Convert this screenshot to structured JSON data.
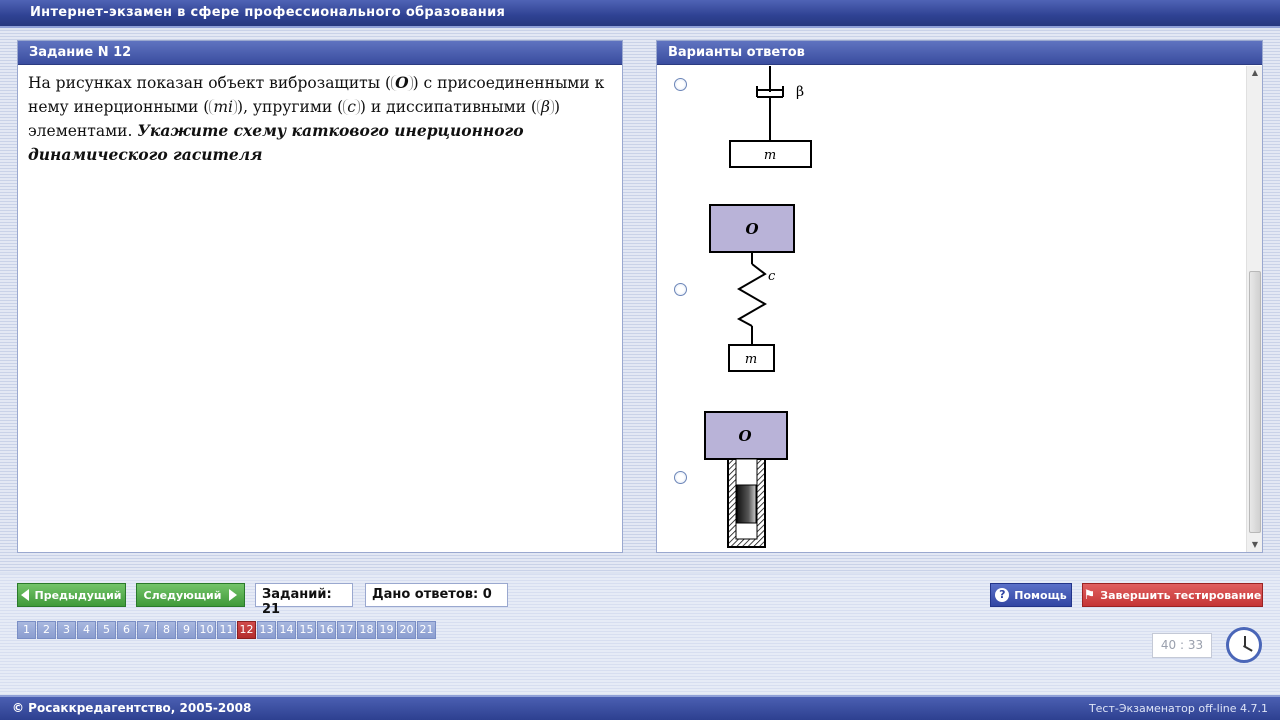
{
  "window": {
    "title": "Интернет-экзамен в сфере профессионального образования"
  },
  "question": {
    "header": "Задание N 12",
    "text_1": "На рисунках показан объект виброзащиты (",
    "sym_o": "O",
    "text_2": ") с присоединенными к нему инерционными (",
    "sym_m": "mi",
    "text_3": "), упругими (",
    "sym_c": "c",
    "text_4": ") и диссипативными (",
    "sym_beta": "β",
    "text_5": ") элементами.",
    "instruction": "Укажите схему каткового инерционного динамического гасителя"
  },
  "answers": {
    "header": "Варианты ответов",
    "option1": {
      "beta_label": "β",
      "mass_label": "m"
    },
    "option2": {
      "object_label": "O",
      "spring_label": "c",
      "mass_label": "m"
    },
    "option3": {
      "object_label": "O"
    }
  },
  "nav": {
    "prev_label": "Предыдущий",
    "next_label": "Следующий",
    "tasks_count": "Заданий: 21",
    "answered_count": "Дано ответов: 0",
    "help_label": "Помощь",
    "finish_label": "Завершить тестирование",
    "current_page": "12",
    "pages": [
      "1",
      "2",
      "3",
      "4",
      "5",
      "6",
      "7",
      "8",
      "9",
      "10",
      "11",
      "12",
      "13",
      "14",
      "15",
      "16",
      "17",
      "18",
      "19",
      "20",
      "21"
    ]
  },
  "timer": {
    "value": "40 : 33"
  },
  "footer": {
    "copyright": "© Росаккредагентство, 2005-2008",
    "version": "Тест-Экзаменатор off-line 4.7.1"
  },
  "colors": {
    "accent": "#3a4d9f",
    "object_fill": "#b9b3d8",
    "current_page": "#c03a3a"
  }
}
